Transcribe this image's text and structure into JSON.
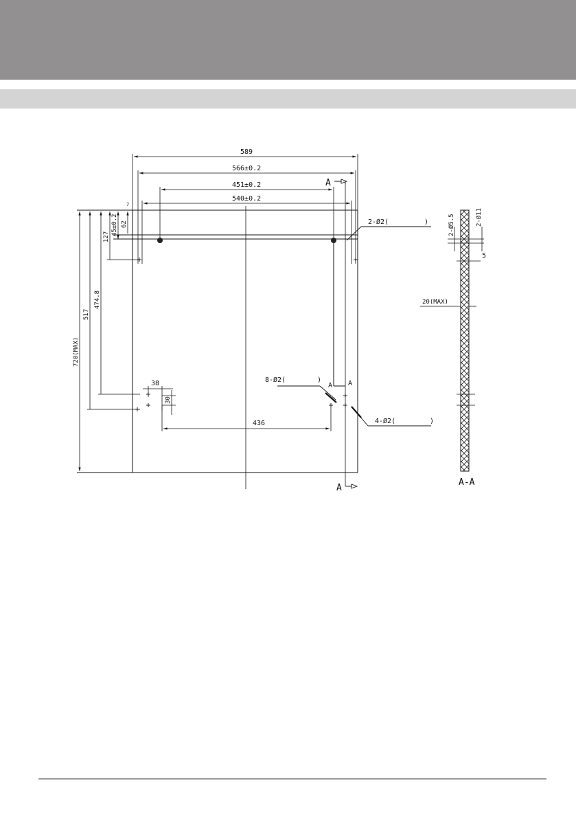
{
  "drawing": {
    "dims": {
      "overall_width": "589",
      "width_566": "566±0.2",
      "width_451": "451±0.2",
      "width_540": "540±0.2",
      "top_margin": "45±0.2",
      "top_62": "62",
      "top_127": "127",
      "height_max": "720(MAX)",
      "height_517": "517",
      "height_4748": "474.8",
      "hole_offset_x": "38",
      "hole_offset_y": "30",
      "hole_span": "436",
      "small_mark": "7"
    },
    "callouts": {
      "top_holes": "2-Ø2(",
      "top_holes_close": ")",
      "lower_holes": "8-Ø2(",
      "lower_holes_close": ")",
      "right_holes": "4-Ø2(",
      "right_holes_close": ")"
    },
    "section": {
      "marker": "A",
      "marker_mid1": "A",
      "marker_mid2": "A",
      "marker_bottom": "A",
      "view_title": "A-A",
      "dia_55": "2-Ø5.5",
      "dia_11": "2-Ø11",
      "depth_5": "5",
      "thickness": "20(MAX)"
    }
  }
}
